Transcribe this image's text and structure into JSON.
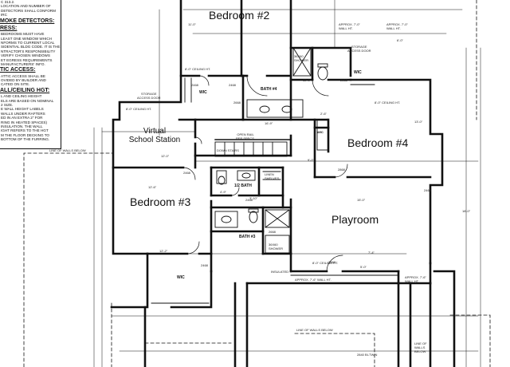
{
  "notes": {
    "intro_lines": [
      "C 313.2.",
      "LOCATION AND NUMBER OF",
      "DETECTORS SHALL CONFORM",
      "IRC"
    ],
    "smoke_heading": "MOKE DETECTORS:",
    "egress_heading": "RESS:",
    "egress_lines": [
      "BEDROOMS MUST HAVE",
      "LEAST ONE WINDOW WHICH",
      "NFORMS TO CURRENT LOCAL",
      "SIDENTIAL BLDG CODE. IT IS THE",
      "NTRACTOR'S RESPONSIBILITY",
      "VERIFY CHOSEN WINDOWS",
      "ET EGRESS REQUIREMENTS",
      "MANUFACTURERS' INFO."
    ],
    "attic_heading": "TIC ACCESS:",
    "attic_lines": [
      "ATTIC ACCESS SHALL BE",
      "OVIDED BY BUILDER AND",
      "CATED ON SITE."
    ],
    "wall_heading": "ALL/CEILING HGT:",
    "wall_lines": [
      "L AND CEILING HEIGHT",
      "ELS ARE BASED ON NOMINAL",
      "2 SIZE.",
      "E WALL HEIGHT LABELS",
      "WALLS UNDER RAFTERS",
      "ED IN AN EXTRA 2\" FOR",
      "RING IN HEATED SPACES)",
      "INSULATION. THE WALL",
      "IGHT REFERS TO THE HGT",
      "M THE FLOOR DECKING TO",
      "BOTTOM OF THE FURRING."
    ]
  },
  "rooms": {
    "bedroom2": "Bedroom #2",
    "bedroom3": "Bedroom #3",
    "bedroom4": "Bedroom #4",
    "playroom": "Playroom",
    "virtual_school_l1": "Virtual",
    "virtual_school_l2": "School Station",
    "bath4": "BATH #4",
    "half_bath": "1/2 BATH",
    "bath3": "BATH #3",
    "wic_top": "WIC",
    "wic_left": "WIC",
    "wic_bed4": "WIC",
    "wic_bed3": "WIC"
  },
  "annotations": {
    "storage_access": "STORAGE\nACCESS DOOR",
    "storage_access_right": "STORAGE\nACCESS DOOR",
    "open_rail": "OPEN RAIL\nPER SPECS.",
    "down_stairs": "DOWN STAIRS",
    "ceiling_8_left": "8'-0\" CEILING HT.",
    "ceiling_8_mid": "8'-0\" CEILING HT.",
    "ceiling_8_right": "8'-0\" CEILING HT.",
    "ceiling_8_br": "8'-0\" CEILING HT.",
    "approx_wall_1": "APPROX. 7'-0\"\nWALL HT.",
    "approx_wall_2": "APPROX. 7'-0\"\nWALL HT.",
    "approx_wall_3": "APPROX. 7'-6\" WALL HT.",
    "approx_wall_4": "APPROX. 7'-6\"\nWALL HT.",
    "walls_below_left": "LINE OF WALLS BELOW",
    "walls_below_mid": "LINE OF WALLS BELOW",
    "walls_below_right": "LINE OF\nWALLS\nBELOW",
    "insulated": "INSULATED",
    "linen_shelves": "LINEN\nSHELVES",
    "shower_top": "36X60\nSHOWER",
    "shower_bath3": "36X60\nSHOWER",
    "twin_door": "2840 BI-TWIN",
    "dims": [
      "12'-0\"",
      "11'-0\"",
      "13'-0\"",
      "15'-0\"",
      "12'-6\"",
      "5'-0\"",
      "18'-0\"",
      "9'-0\"",
      "10'-0\"",
      "16'-9\"",
      "7'-4\"",
      "12'-2\"",
      "4'-9\"",
      "3'-10\"",
      "2'-6\"",
      "6'-0\""
    ],
    "door_codes": [
      "2468",
      "2468",
      "2668",
      "2668",
      "2468",
      "2868",
      "2668",
      "2468",
      "2468",
      "2668",
      "2468"
    ]
  }
}
